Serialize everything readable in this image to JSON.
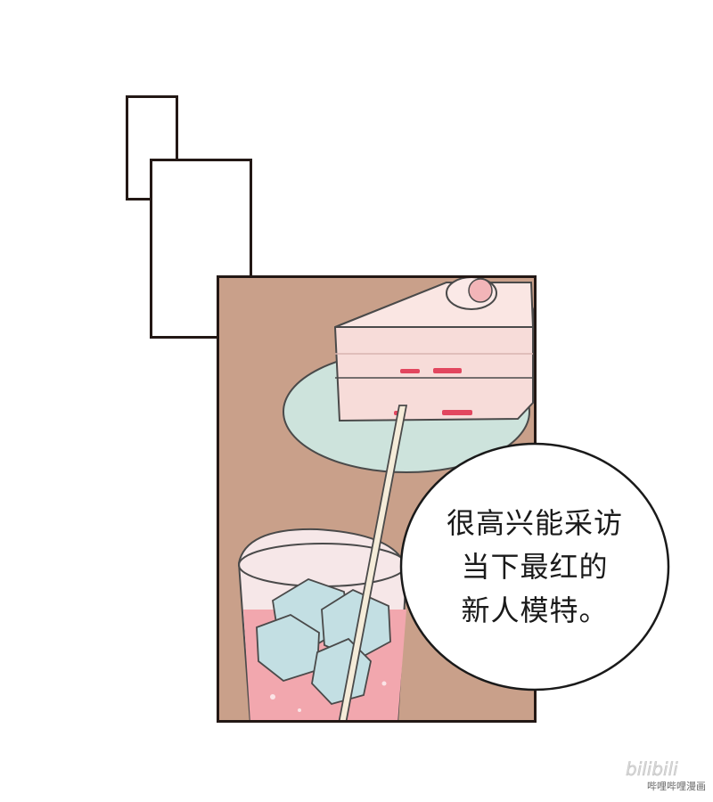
{
  "speech_bubble": {
    "lines": [
      "很高兴能采访",
      "当下最红的",
      "新人模特。"
    ]
  },
  "watermark": {
    "text": "哔哩哔哩漫画",
    "logo_text": "bilibili"
  },
  "colors": {
    "panel_background": "#c9a08a",
    "frame_border": "#231815",
    "cake_pink": "#f4d3d0",
    "plate_mint": "#cde3dc",
    "drink_pink": "#f2a7ae",
    "ice_blue": "#c3dfe3",
    "strawberry_red": "#e2475f"
  },
  "icons": [
    "cake-illustration",
    "drink-illustration",
    "straw-icon",
    "bilibili-logo-icon"
  ]
}
